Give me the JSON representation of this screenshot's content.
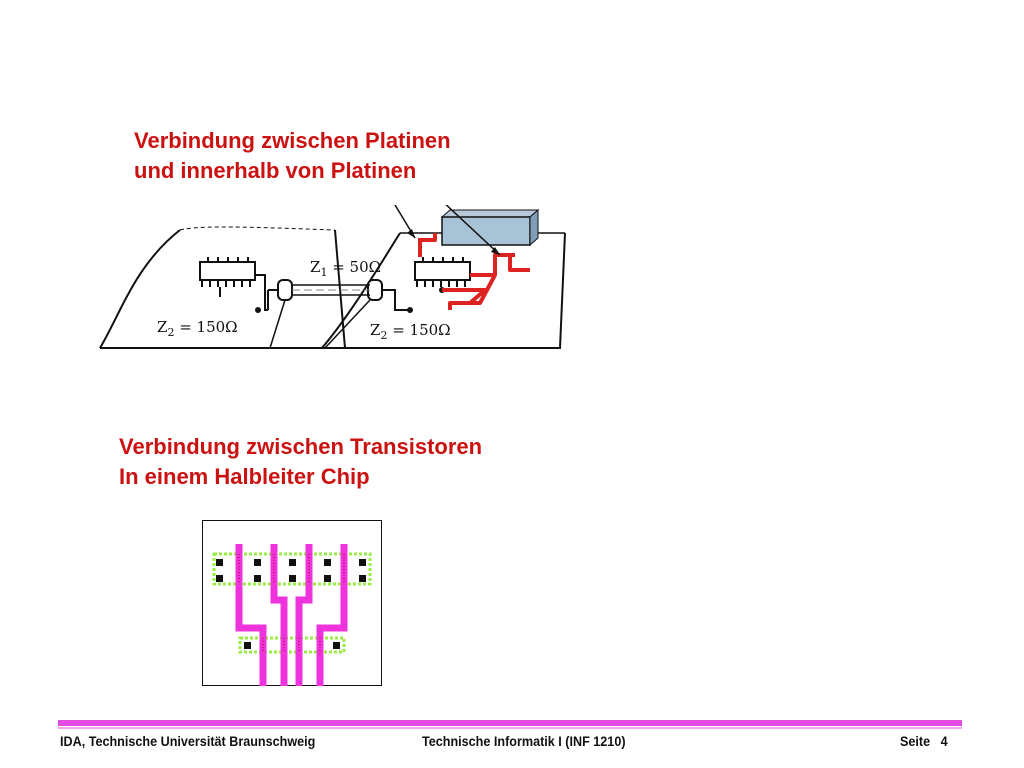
{
  "headings": {
    "boards": [
      "Verbindung zwischen Platinen",
      "und innerhalb von Platinen"
    ],
    "chip": [
      "Verbindung zwischen Transistoren",
      "In einem Halbleiter Chip"
    ]
  },
  "impedances": {
    "z1": {
      "symbol": "Z",
      "sub": "1",
      "value": "= 50Ω"
    },
    "z2_left": {
      "symbol": "Z",
      "sub": "2",
      "value": "= 150Ω"
    },
    "z2_right": {
      "symbol": "Z",
      "sub": "2",
      "value": "= 150Ω"
    }
  },
  "footer": {
    "institution": "IDA, Technische Universität Braunschweig",
    "course": "Technische Informatik I (INF 1210)",
    "page_label": "Seite",
    "page_number": "4"
  },
  "colors": {
    "heading": "#cc1111",
    "trace": "#dd2222",
    "metal": "#ee33dd",
    "contact": "#99ee44",
    "footer_rule": "#e24ce2"
  }
}
